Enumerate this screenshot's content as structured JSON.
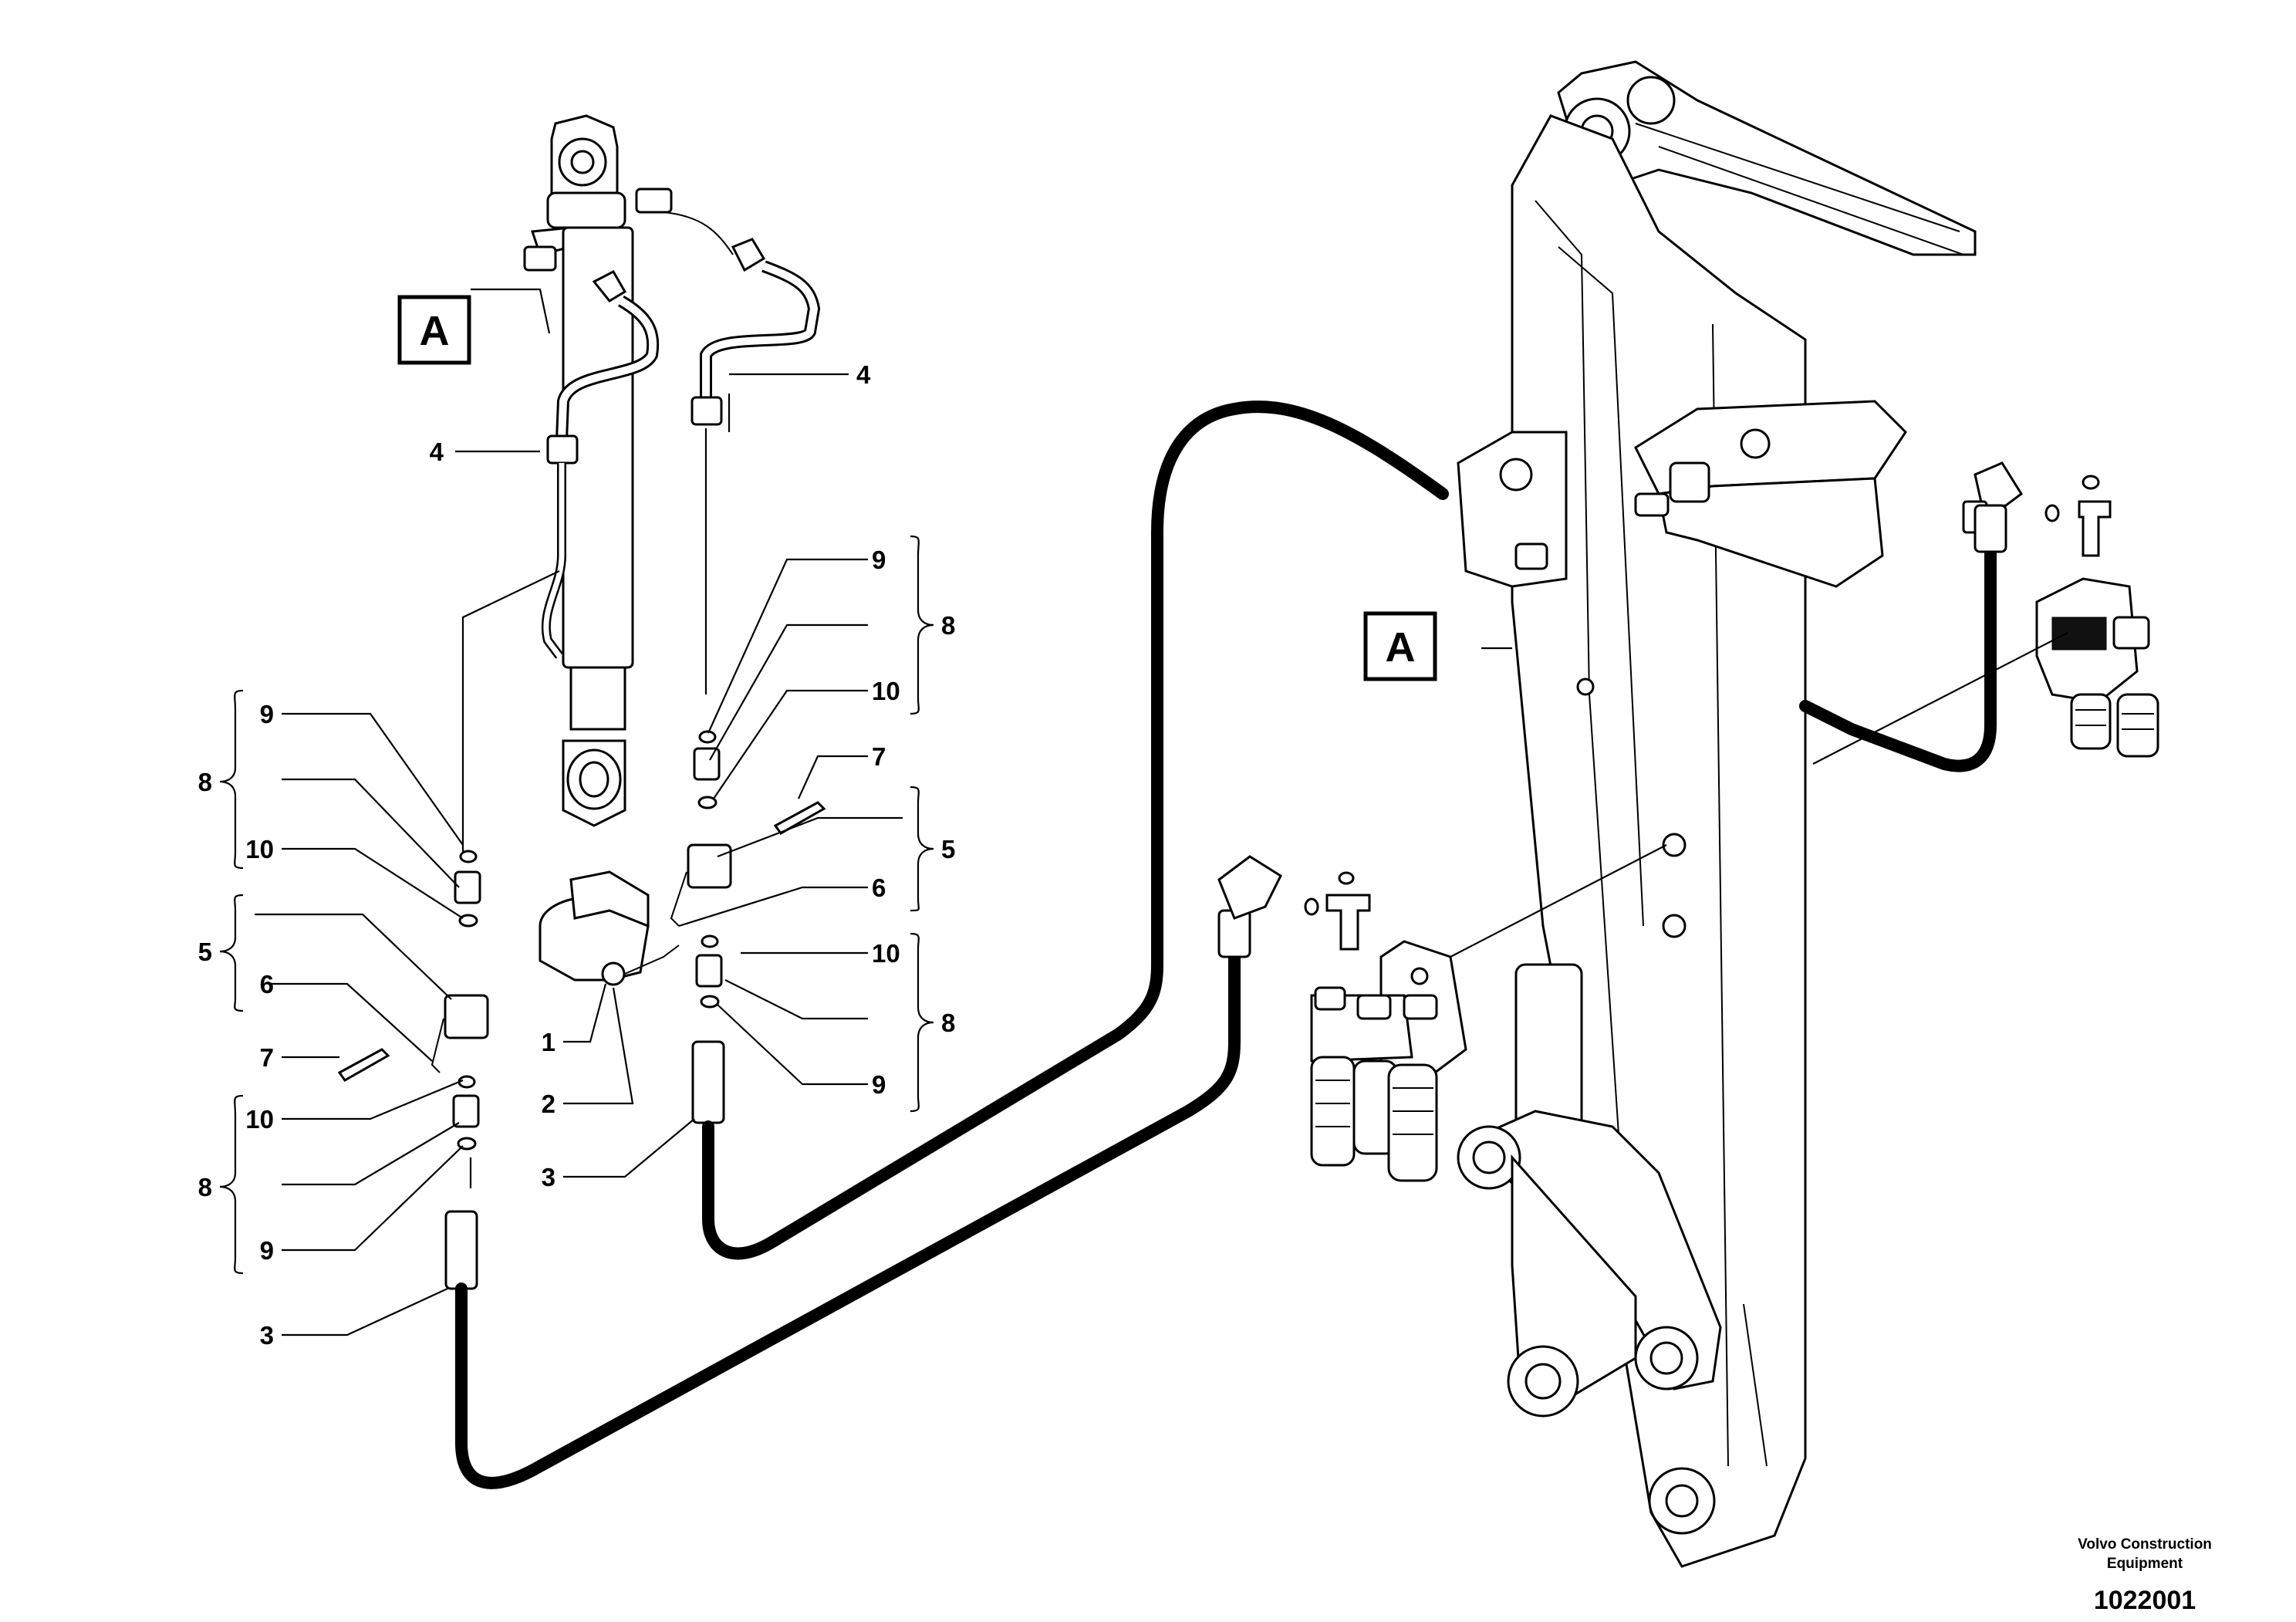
{
  "view_marker": "A",
  "callouts": {
    "c1": "1",
    "c2": "2",
    "c3": "3",
    "c4": "4",
    "c5": "5",
    "c6": "6",
    "c7": "7",
    "c8": "8",
    "c9": "9",
    "c10": "10"
  },
  "footer": {
    "company_line1": "Volvo Construction",
    "company_line2": "Equipment",
    "drawing_number": "1022001"
  }
}
